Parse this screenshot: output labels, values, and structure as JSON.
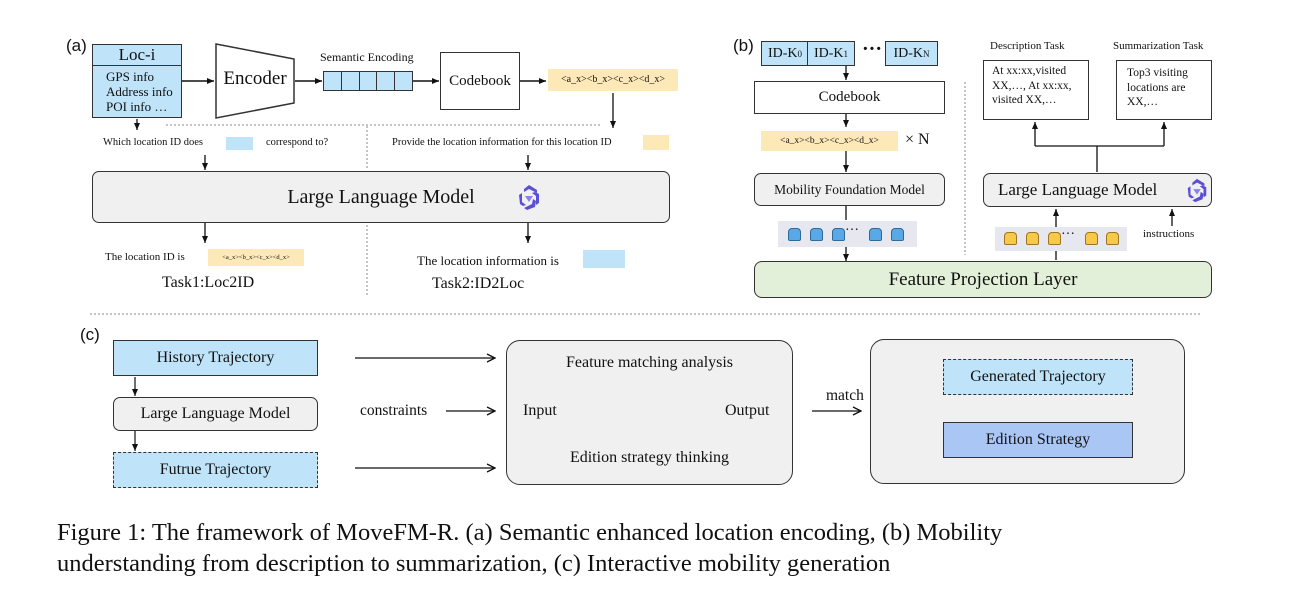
{
  "panel_a": {
    "label": "(a)",
    "loc_box": {
      "title": "Loc-i",
      "lines": [
        "GPS info",
        "Address info",
        "POI info …"
      ]
    },
    "encoder": "Encoder",
    "semantic_encoding": "Semantic Encoding",
    "codebook": "Codebook",
    "code_tokens": "<a_x><b_x><c_x><d_x>",
    "task1_question_pre": "Which location ID does",
    "task1_question_post": "correspond to?",
    "task2_question": "Provide the location information  for this location ID",
    "llm": "Large Language Model",
    "task1_answer": "The location ID is",
    "task1_answer_tokens": "<a_x><b_x><c_x><d_x>",
    "task2_answer": "The location information is",
    "task1_name": "Task1:Loc2ID",
    "task2_name": "Task2:ID2Loc"
  },
  "panel_b": {
    "label": "(b)",
    "ids": [
      "ID-K",
      "ID-K",
      "ID-K"
    ],
    "id_subs": [
      "0",
      "1",
      "N"
    ],
    "dots": "···",
    "codebook": "Codebook",
    "code_tokens": "<a_x><b_x><c_x><d_x>",
    "times_n": "× N",
    "mobility_model": "Mobility Foundation Model",
    "token_dots": "···",
    "feature_projection": "Feature Projection Layer",
    "description_task": "Description Task",
    "summarization_task": "Summarization Task",
    "description_text": [
      "At xx:xx,visited",
      "XX,…, At xx:xx,",
      "visited XX,…"
    ],
    "summarization_text": [
      "Top3 visiting",
      "locations are",
      "XX,…"
    ],
    "llm": "Large Language Model",
    "instructions": "instructions"
  },
  "panel_c": {
    "label": "(c)",
    "history": "History Trajectory",
    "llm": "Large Language Model",
    "future": "Futrue Trajectory",
    "constraints": "constraints",
    "feature_matching": "Feature matching analysis",
    "input": "Input",
    "output": "Output",
    "edition_thinking": "Edition strategy thinking",
    "match": "match",
    "generated": "Generated Trajectory",
    "edition_strategy": "Edition Strategy"
  },
  "caption": {
    "line1": "Figure 1:  The framework of MoveFM-R. (a) Semantic enhanced location encoding, (b) Mobility",
    "line2": "understanding from description to summarization, (c) Interactive mobility generation"
  }
}
